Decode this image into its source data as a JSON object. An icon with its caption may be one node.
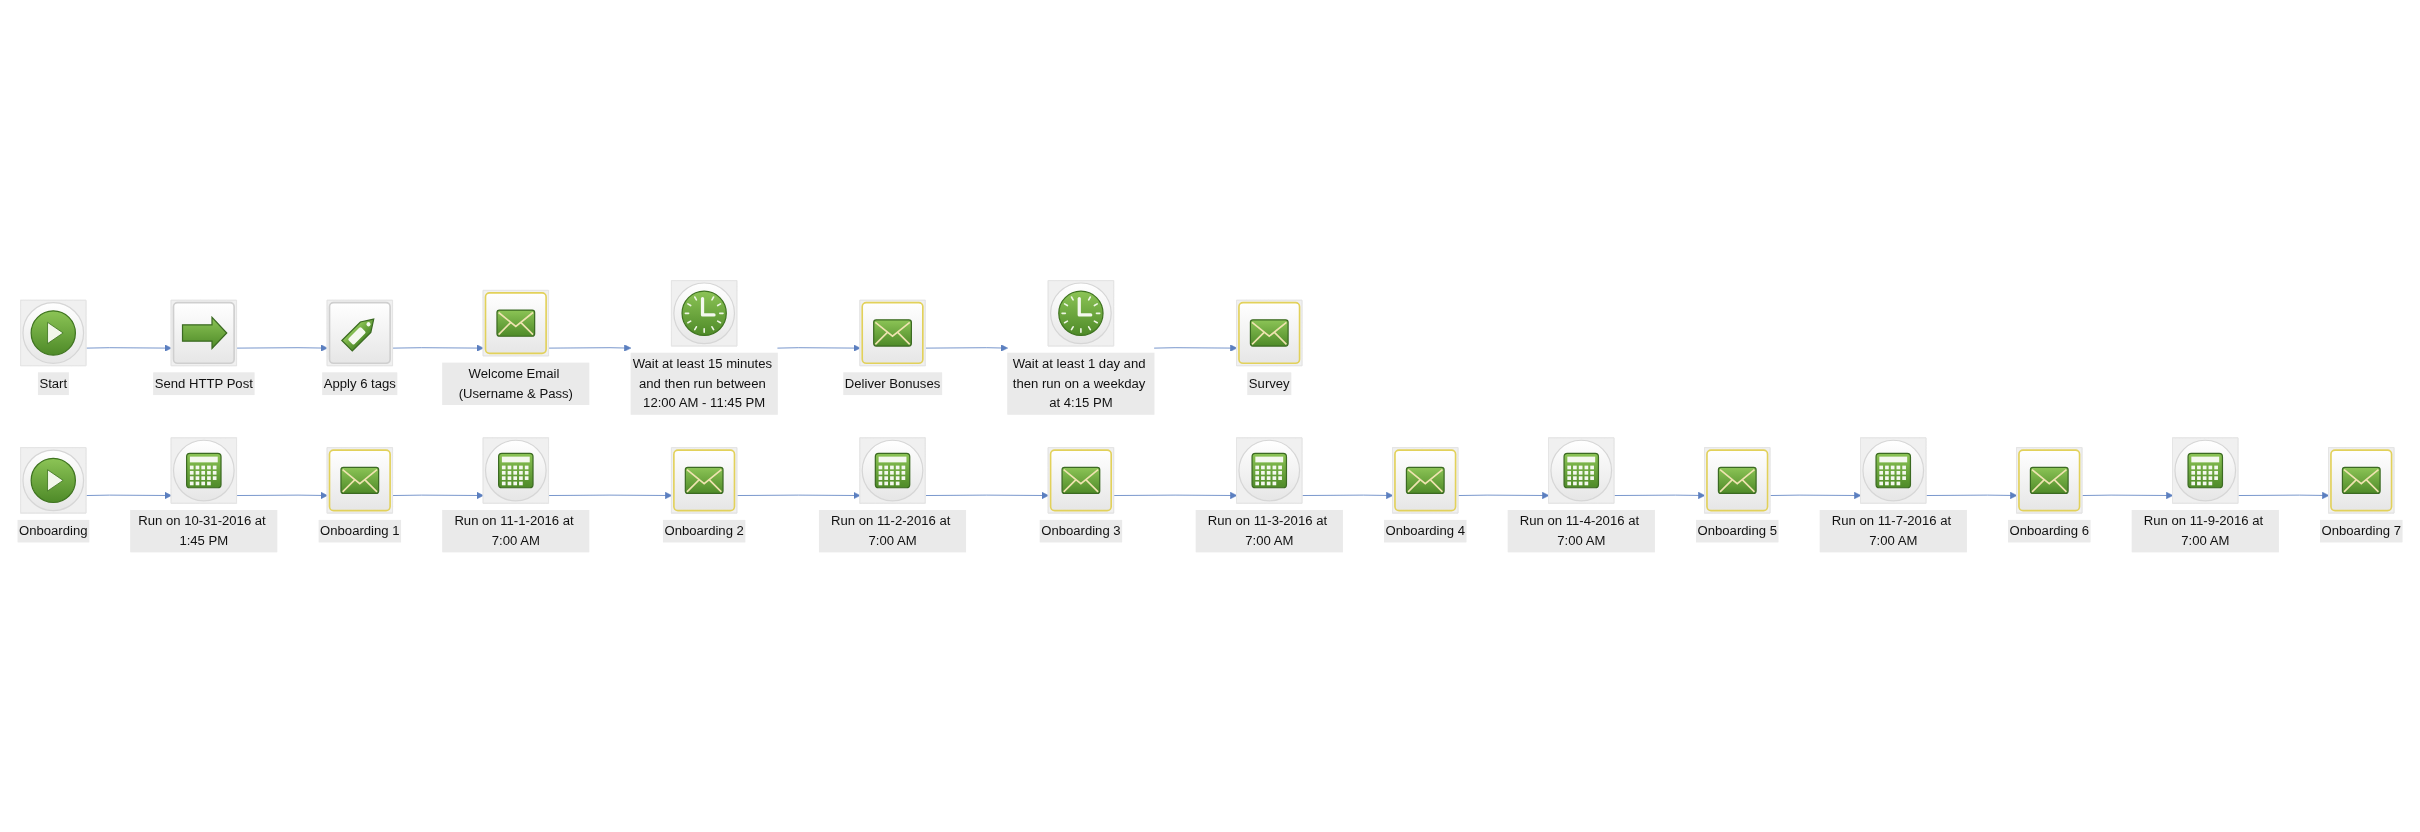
{
  "diagram": {
    "nodes": [
      {
        "text": [
          "Start"
        ]
      },
      {
        "text": [
          "Send HTTP Post"
        ]
      },
      {
        "text": [
          "Apply 6 tags"
        ]
      },
      {
        "text": [
          "Welcome Email (Username & Pass)"
        ]
      },
      {
        "text": [
          "Wait at least 15 minutes and then run between 12:00 AM - 11:45 PM"
        ]
      },
      {
        "text": [
          "Deliver Bonuses"
        ]
      },
      {
        "text": [
          "Wait at least 1 day and then run on a weekday at 4:15 PM"
        ]
      },
      {
        "text": [
          "Survey"
        ]
      },
      {
        "text": [
          "Onboarding"
        ]
      },
      {
        "text": [
          "Run on 10-31-2016 at 1:45 PM"
        ]
      },
      {
        "text": [
          "Onboarding 1"
        ]
      },
      {
        "text": [
          "Run on 11-1-2016 at 7:00 AM"
        ]
      },
      {
        "text": [
          "Onboarding 2"
        ]
      },
      {
        "text": [
          "Run on 11-2-2016 at 7:00 AM"
        ]
      },
      {
        "text": [
          "Onboarding 3"
        ]
      },
      {
        "text": [
          "Run on 11-3-2016 at 7:00 AM"
        ]
      },
      {
        "text": [
          "Onboarding 4"
        ]
      },
      {
        "text": [
          "Run on 11-4-2016 at 7:00 AM"
        ]
      },
      {
        "text": [
          "Onboarding 5"
        ]
      },
      {
        "text": [
          "Run on 11-7-2016 at 7:00 AM"
        ]
      },
      {
        "text": [
          "Onboarding 6"
        ]
      },
      {
        "text": [
          "Run on 11-9-2016 at 7:00 AM"
        ]
      },
      {
        "text": [
          "Onboarding 7"
        ]
      }
    ],
    "edges": [
      {
        "from": 0,
        "to": 1,
        "arrow": "to"
      },
      {
        "from": 1,
        "to": 2,
        "arrow": "to"
      },
      {
        "from": 2,
        "to": 3,
        "arrow": "to"
      },
      {
        "from": 3,
        "to": 4,
        "arrow": "to"
      },
      {
        "from": 4,
        "to": 5,
        "arrow": "to"
      },
      {
        "from": 5,
        "to": 6,
        "arrow": "to"
      },
      {
        "from": 6,
        "to": 7,
        "arrow": "to"
      },
      {
        "from": 8,
        "to": 9,
        "arrow": "to"
      },
      {
        "from": 9,
        "to": 10,
        "arrow": "to"
      },
      {
        "from": 10,
        "to": 11,
        "arrow": "to"
      },
      {
        "from": 11,
        "to": 12,
        "arrow": "to"
      },
      {
        "from": 12,
        "to": 13,
        "arrow": "to"
      },
      {
        "from": 13,
        "to": 14,
        "arrow": "to"
      },
      {
        "from": 14,
        "to": 15,
        "arrow": "to"
      },
      {
        "from": 15,
        "to": 16,
        "arrow": "to"
      },
      {
        "from": 16,
        "to": 17,
        "arrow": "to"
      },
      {
        "from": 17,
        "to": 18,
        "arrow": "to"
      },
      {
        "from": 18,
        "to": 19,
        "arrow": "to"
      },
      {
        "from": 19,
        "to": 20,
        "arrow": "to"
      },
      {
        "from": 20,
        "to": 21,
        "arrow": "to"
      },
      {
        "from": 21,
        "to": 22,
        "arrow": "to"
      }
    ]
  }
}
